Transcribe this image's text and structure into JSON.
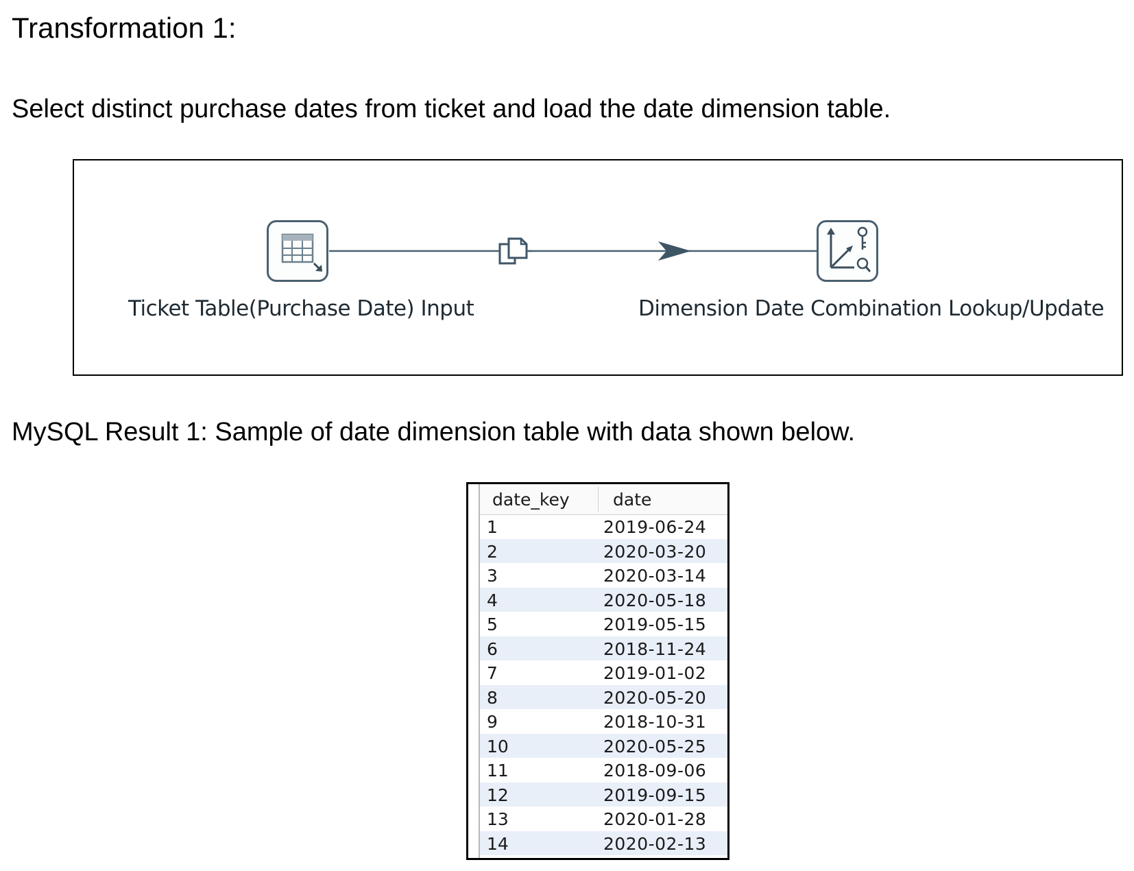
{
  "heading": "Transformation 1:",
  "description": "Select distinct purchase dates from ticket and load the date dimension table.",
  "flow": {
    "input_step_label": "Ticket Table(Purchase Date) Input",
    "output_step_label": "Dimension Date Combination Lookup/Update",
    "icons": {
      "input": "table-input-icon",
      "hop": "copy-rows-icon",
      "arrow": "hop-arrow-icon",
      "output": "combination-lookup-update-icon"
    },
    "colors": {
      "line": "#4a6070",
      "text": "#1e2a33"
    }
  },
  "result_caption": "MySQL Result 1: Sample of date dimension table with data shown below.",
  "table": {
    "columns": [
      "date_key",
      "date"
    ],
    "rows": [
      [
        "1",
        "2019-06-24"
      ],
      [
        "2",
        "2020-03-20"
      ],
      [
        "3",
        "2020-03-14"
      ],
      [
        "4",
        "2020-05-18"
      ],
      [
        "5",
        "2019-05-15"
      ],
      [
        "6",
        "2018-11-24"
      ],
      [
        "7",
        "2019-01-02"
      ],
      [
        "8",
        "2020-05-20"
      ],
      [
        "9",
        "2018-10-31"
      ],
      [
        "10",
        "2020-05-25"
      ],
      [
        "11",
        "2018-09-06"
      ],
      [
        "12",
        "2019-09-15"
      ],
      [
        "13",
        "2020-01-28"
      ],
      [
        "14",
        "2020-02-13"
      ]
    ],
    "colors": {
      "alt_row": "#e9eff8"
    }
  }
}
